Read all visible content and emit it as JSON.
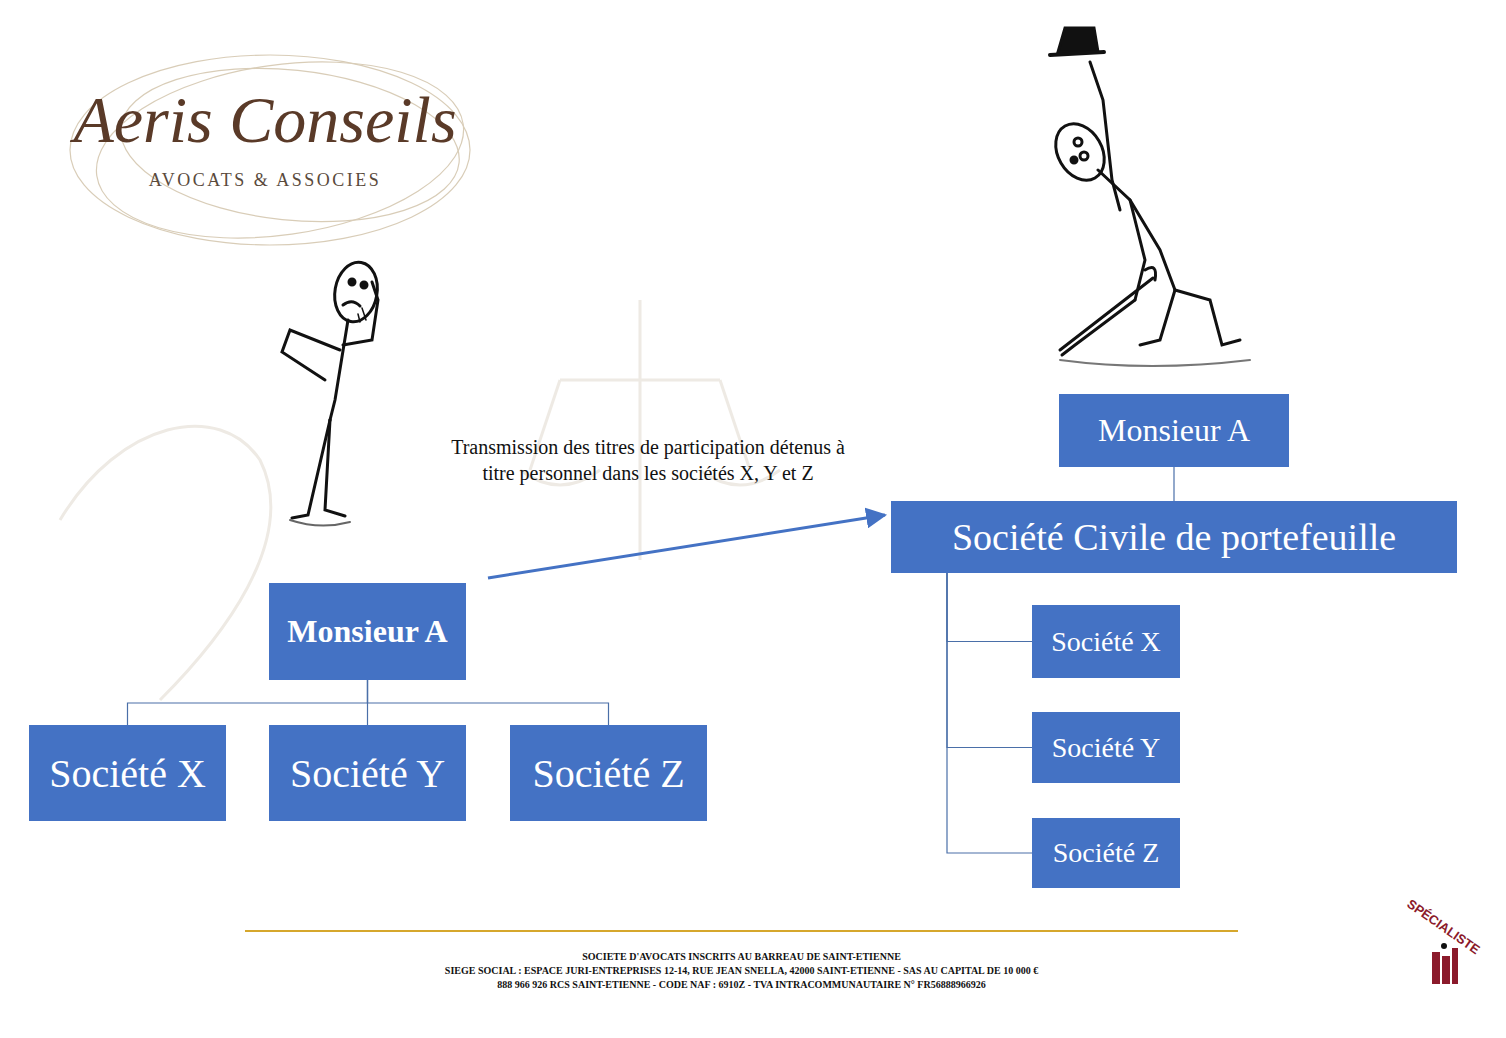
{
  "diagram": {
    "nodes": [
      {
        "text": [
          "Monsieur A"
        ]
      },
      {
        "text": [
          "Société X"
        ]
      },
      {
        "text": [
          "Société Y"
        ]
      },
      {
        "text": [
          "Société Z"
        ]
      },
      {
        "text": [
          "Monsieur A"
        ]
      },
      {
        "text": [
          "Société Civile de portefeuille"
        ]
      },
      {
        "text": [
          "Société X"
        ]
      },
      {
        "text": [
          "Société Y"
        ]
      },
      {
        "text": [
          "Société Z"
        ]
      }
    ],
    "edges": [
      {
        "from": 0,
        "to": 1,
        "arrow": "none"
      },
      {
        "from": 0,
        "to": 2,
        "arrow": "none"
      },
      {
        "from": 0,
        "to": 3,
        "arrow": "none"
      },
      {
        "from": 4,
        "to": 5,
        "arrow": "none"
      },
      {
        "from": 5,
        "to": 6,
        "arrow": "none"
      },
      {
        "from": 5,
        "to": 7,
        "arrow": "none"
      },
      {
        "from": 5,
        "to": 8,
        "arrow": "none"
      },
      {
        "from": 0,
        "to": 5,
        "arrow": "to",
        "label": "Transmission des titres de participation détenus à titre personnel dans les sociétés X, Y et Z"
      }
    ],
    "labels": [
      "Aeris Conseils",
      "AVOCATS & ASSOCIES",
      "SOCIETE D'AVOCATS INSCRITS AU BARREAU DE SAINT-ETIENNE",
      "SIEGE SOCIAL : ESPACE JURI-ENTREPRISES 12-14, RUE JEAN SNELLA, 42000 SAINT-ETIENNE - SAS AU CAPITAL DE 10 000 €",
      "888 966 926 RCS SAINT-ETIENNE - CODE NAF : 6910Z - TVA INTRACOMMUNAUTAIRE N° FR56888966926",
      "SPÉCIALISTE"
    ]
  }
}
